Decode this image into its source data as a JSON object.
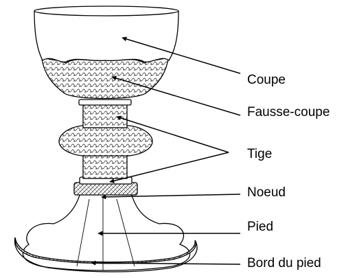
{
  "labels": {
    "coupe": "Coupe",
    "fausse_coupe": "Fausse-coupe",
    "tige": "Tige",
    "noeud": "Noeud",
    "pied": "Pied",
    "bord_du_pied": "Bord du pied"
  },
  "colors": {
    "line": "#000000",
    "ornament": "#555555",
    "background": "#ffffff"
  }
}
